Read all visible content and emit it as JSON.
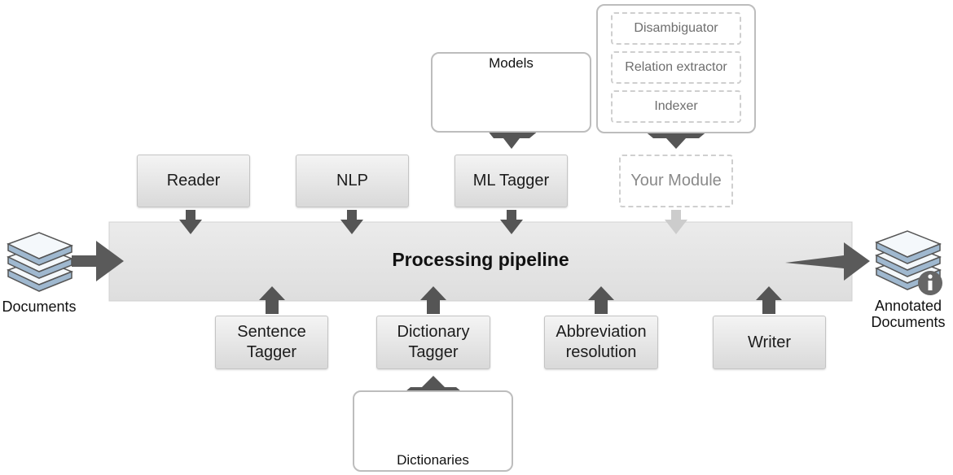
{
  "pipeline": {
    "label": "Processing pipeline"
  },
  "inputs": {
    "documents": "Documents",
    "annotated": [
      "Annotated",
      "Documents"
    ]
  },
  "top_modules": {
    "reader": "Reader",
    "nlp": "NLP",
    "ml_tagger": "ML Tagger",
    "your_module": "Your Module"
  },
  "bottom_modules": {
    "sentence_tagger": [
      "Sentence",
      "Tagger"
    ],
    "dictionary_tagger": [
      "Dictionary",
      "Tagger"
    ],
    "abbreviation": [
      "Abbreviation",
      "resolution"
    ],
    "writer": "Writer"
  },
  "models": {
    "title": "Models"
  },
  "extras": [
    "Disambiguator",
    "Relation extractor",
    "Indexer"
  ],
  "dictionaries": {
    "title": "Dictionaries"
  },
  "colors": {
    "arrow_dark": "#555555",
    "arrow_light": "#cccccc",
    "pipeline_bg": "#e4e4e4",
    "panel_border": "#bdbdbd"
  }
}
